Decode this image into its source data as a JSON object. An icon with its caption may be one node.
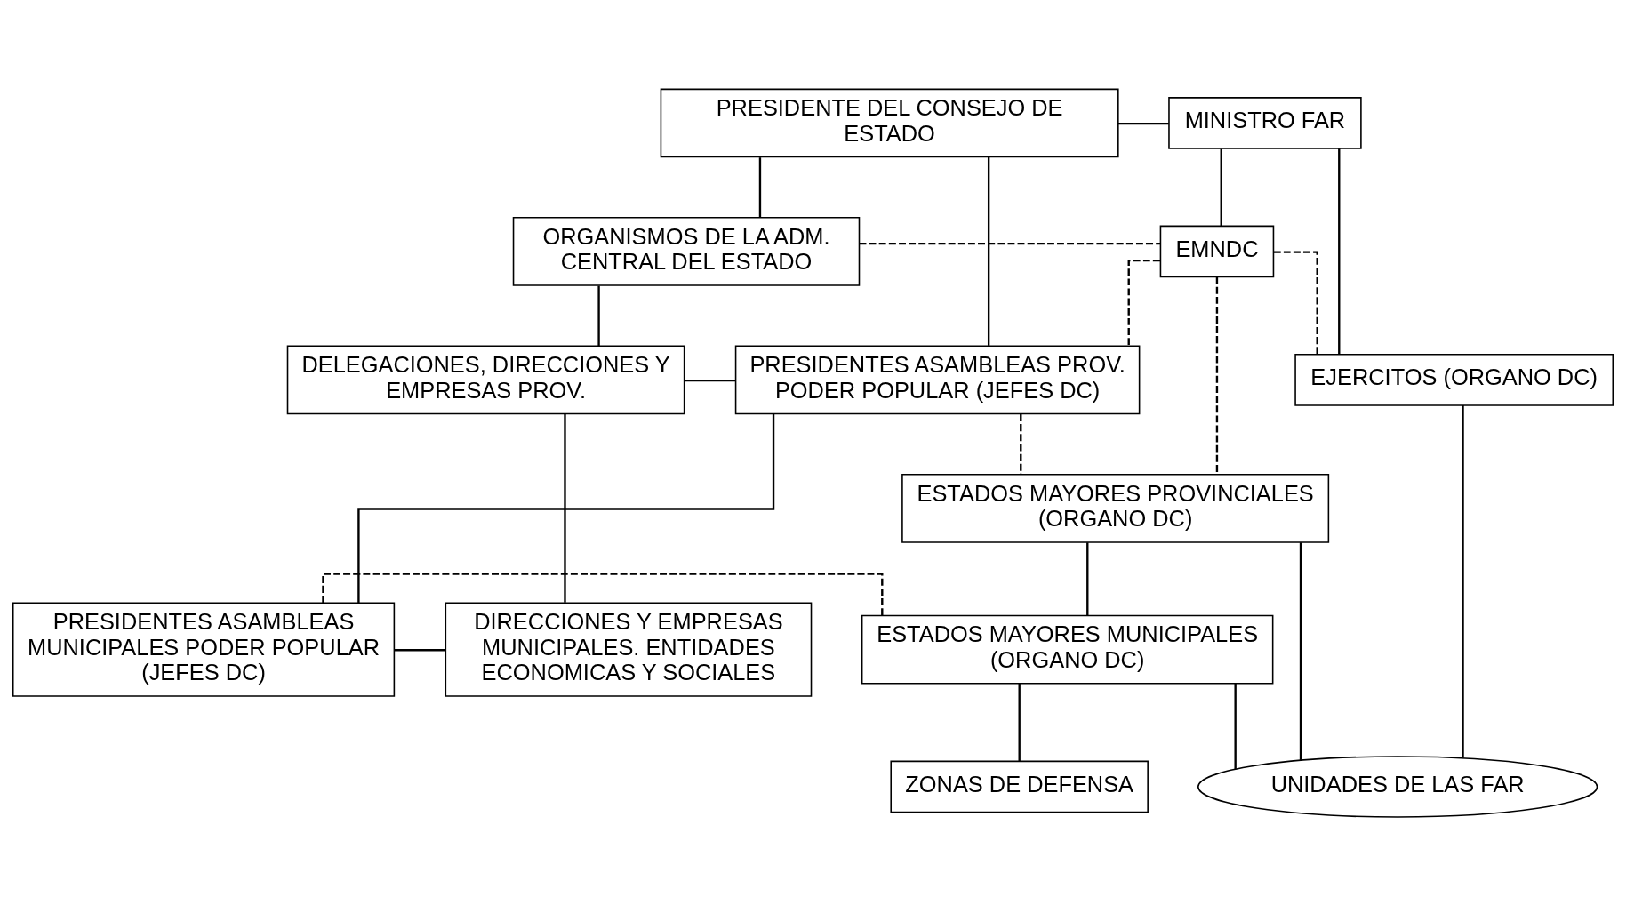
{
  "diagram": {
    "nodes": [
      {
        "text": [
          "PRESIDENTE DEL CONSEJO DE ESTADO"
        ]
      },
      {
        "text": [
          "MINISTRO FAR"
        ]
      },
      {
        "text": [
          "ORGANISMOS DE LA ADM. CENTRAL DEL ESTADO"
        ]
      },
      {
        "text": [
          "EMNDC"
        ]
      },
      {
        "text": [
          "DELEGACIONES, DIRECCIONES Y EMPRESAS PROV."
        ]
      },
      {
        "text": [
          "PRESIDENTES ASAMBLEAS PROV. PODER POPULAR (JEFES DC)"
        ]
      },
      {
        "text": [
          "EJERCITOS (ORGANO DC)"
        ]
      },
      {
        "text": [
          "ESTADOS MAYORES PROVINCIALES (ORGANO DC)"
        ]
      },
      {
        "text": [
          "DIRECCIONES Y EMPRESAS MUNICIPALES. ENTIDADES ECONOMICAS Y SOCIALES"
        ]
      },
      {
        "text": [
          "PRESIDENTES ASAMBLEAS MUNICIPALES PODER POPULAR (JEFES DC)"
        ]
      },
      {
        "text": [
          "ESTADOS MAYORES MUNICIPALES (ORGANO DC)"
        ]
      },
      {
        "text": [
          "ZONAS DE DEFENSA"
        ]
      },
      {
        "text": [
          "UNIDADES DE LAS FAR"
        ]
      }
    ],
    "edges": [
      {
        "from": 0,
        "to": 1,
        "arrow": "none"
      },
      {
        "from": 0,
        "to": 2,
        "arrow": "none"
      },
      {
        "from": 0,
        "to": 5,
        "arrow": "none"
      },
      {
        "from": 1,
        "to": 3,
        "arrow": "none"
      },
      {
        "from": 1,
        "to": 6,
        "arrow": "none"
      },
      {
        "from": 2,
        "to": 4,
        "arrow": "none"
      },
      {
        "from": 2,
        "to": 3,
        "arrow": "none",
        "style": "dashed"
      },
      {
        "from": 3,
        "to": 6,
        "arrow": "none",
        "style": "dashed"
      },
      {
        "from": 3,
        "to": 7,
        "arrow": "none",
        "style": "dashed"
      },
      {
        "from": 3,
        "to": 5,
        "arrow": "none",
        "style": "dashed"
      },
      {
        "from": 4,
        "to": 5,
        "arrow": "none"
      },
      {
        "from": 4,
        "to": 8,
        "arrow": "none"
      },
      {
        "from": 5,
        "to": 9,
        "arrow": "none"
      },
      {
        "from": 5,
        "to": 7,
        "arrow": "none",
        "style": "dashed"
      },
      {
        "from": 7,
        "to": 10,
        "arrow": "none"
      },
      {
        "from": 9,
        "to": 8,
        "arrow": "none"
      },
      {
        "from": 9,
        "to": 10,
        "arrow": "none",
        "style": "dashed"
      },
      {
        "from": 10,
        "to": 11,
        "arrow": "none"
      },
      {
        "from": 6,
        "to": 12,
        "arrow": "none"
      },
      {
        "from": 7,
        "to": 12,
        "arrow": "none"
      },
      {
        "from": 10,
        "to": 12,
        "arrow": "none"
      }
    ]
  }
}
